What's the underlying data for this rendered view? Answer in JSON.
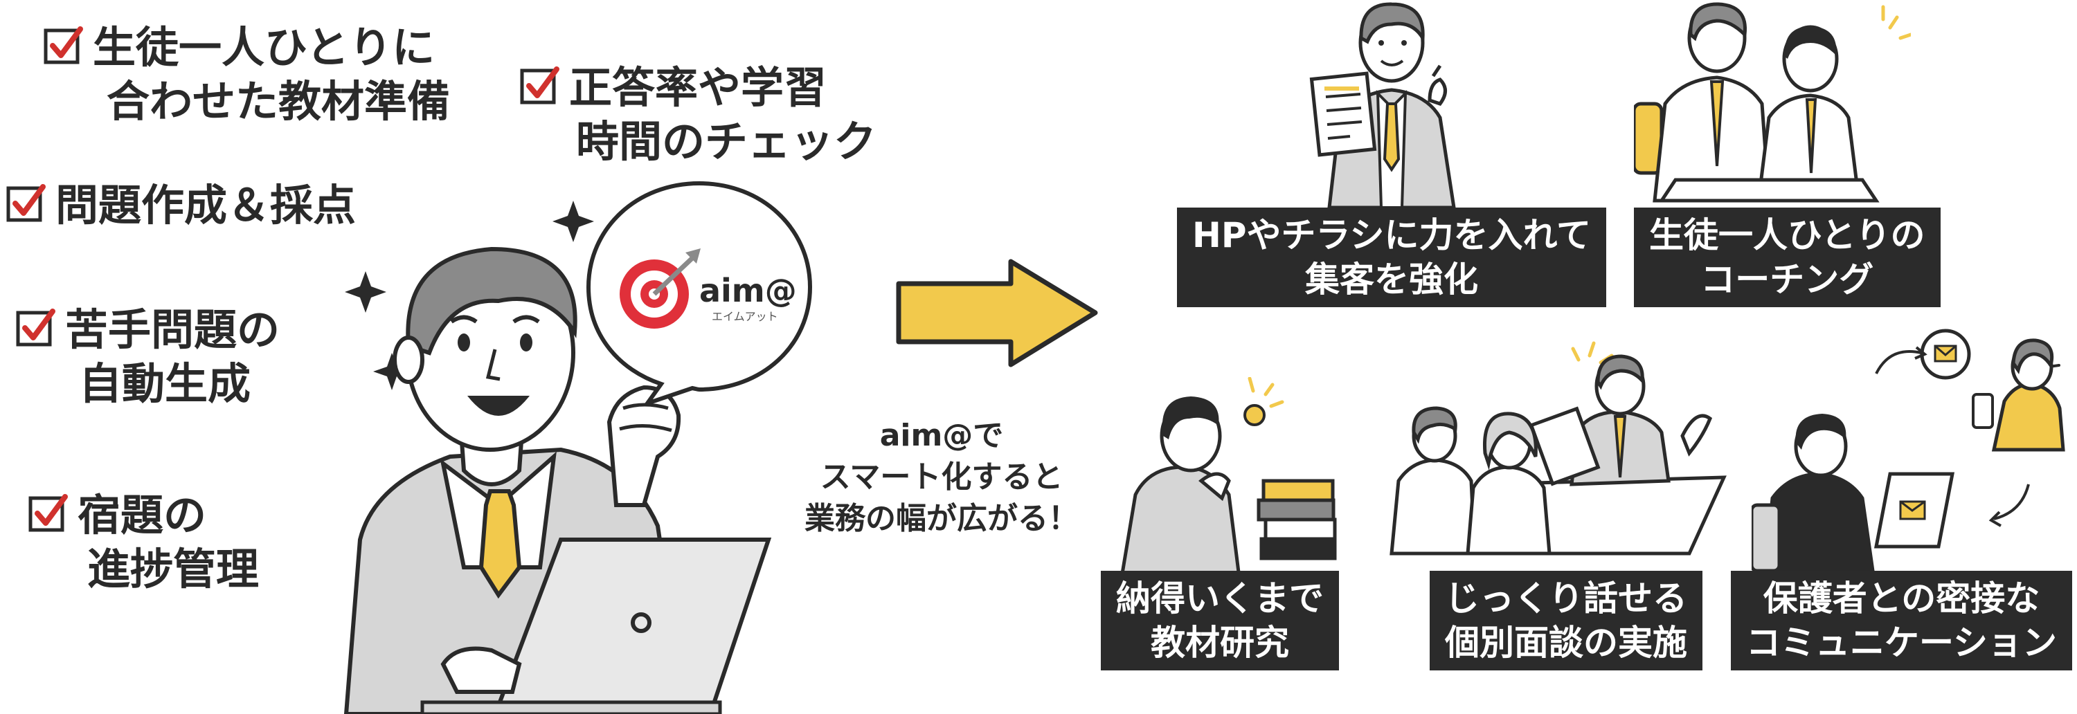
{
  "tasks": [
    {
      "line1": "生徒一人ひとりに",
      "line2": "合わせた教材準備"
    },
    {
      "line1": "正答率や学習",
      "line2": "時間のチェック"
    },
    {
      "line1": "問題作成＆採点",
      "line2": ""
    },
    {
      "line1": "苦手問題の",
      "line2": "自動生成"
    },
    {
      "line1": "宿題の",
      "line2": "進捗管理"
    }
  ],
  "logo": {
    "name": "aim@",
    "reading": "エイムアット"
  },
  "middle_text": [
    "aim@で",
    "スマート化すると",
    "業務の幅が広がる！"
  ],
  "captions": [
    {
      "line1": "HPやチラシに力を入れて",
      "line2": "集客を強化"
    },
    {
      "line1": "生徒一人ひとりの",
      "line2": "コーチング"
    },
    {
      "line1": "納得いくまで",
      "line2": "教材研究"
    },
    {
      "line1": "じっくり話せる",
      "line2": "個別面談の実施"
    },
    {
      "line1": "保護者との密接な",
      "line2": "コミュニケーション"
    }
  ],
  "colors": {
    "accent_yellow": "#f2c94c",
    "check_red": "#d0312d",
    "caption_bg": "#2b2b2b",
    "logo_red": "#e0303a"
  }
}
